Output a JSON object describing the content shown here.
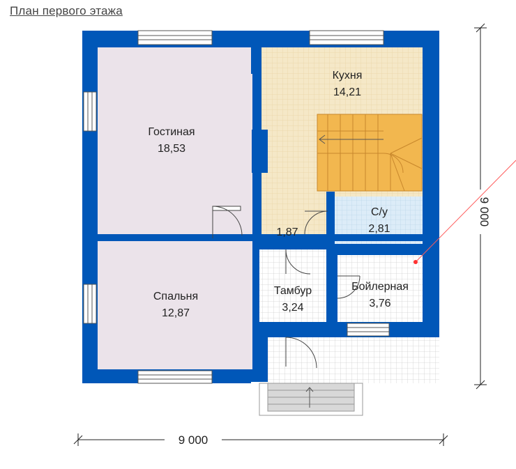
{
  "title": "План первого этажа",
  "colors": {
    "wall": "#0057b8",
    "living_floor": "#ebe3ea",
    "kitchen_floor": "#f5e8c7",
    "kitchen_grid": "#ead5a6",
    "bath_floor": "#dcecf8",
    "tile_floor": "#ffffff",
    "tile_grid": "#cfcfcf",
    "stairs": "#f2b74f",
    "dimension_line": "#222222",
    "annotation_line": "#ff5a5a"
  },
  "rooms": [
    {
      "id": "living",
      "name": "Гостиная",
      "area": "18,53"
    },
    {
      "id": "kitchen",
      "name": "Кухня",
      "area": "14,21"
    },
    {
      "id": "bedroom",
      "name": "Спальня",
      "area": "12,87"
    },
    {
      "id": "bathroom",
      "name": "С/у",
      "area": "2,81"
    },
    {
      "id": "vestibule",
      "name": "Тамбур",
      "area": "3,24"
    },
    {
      "id": "boiler",
      "name": "Бойлерная",
      "area": "3,76"
    },
    {
      "id": "hall",
      "name": "",
      "area": "1,87"
    }
  ],
  "dimensions": {
    "width": "9 000",
    "depth": "9 000"
  }
}
